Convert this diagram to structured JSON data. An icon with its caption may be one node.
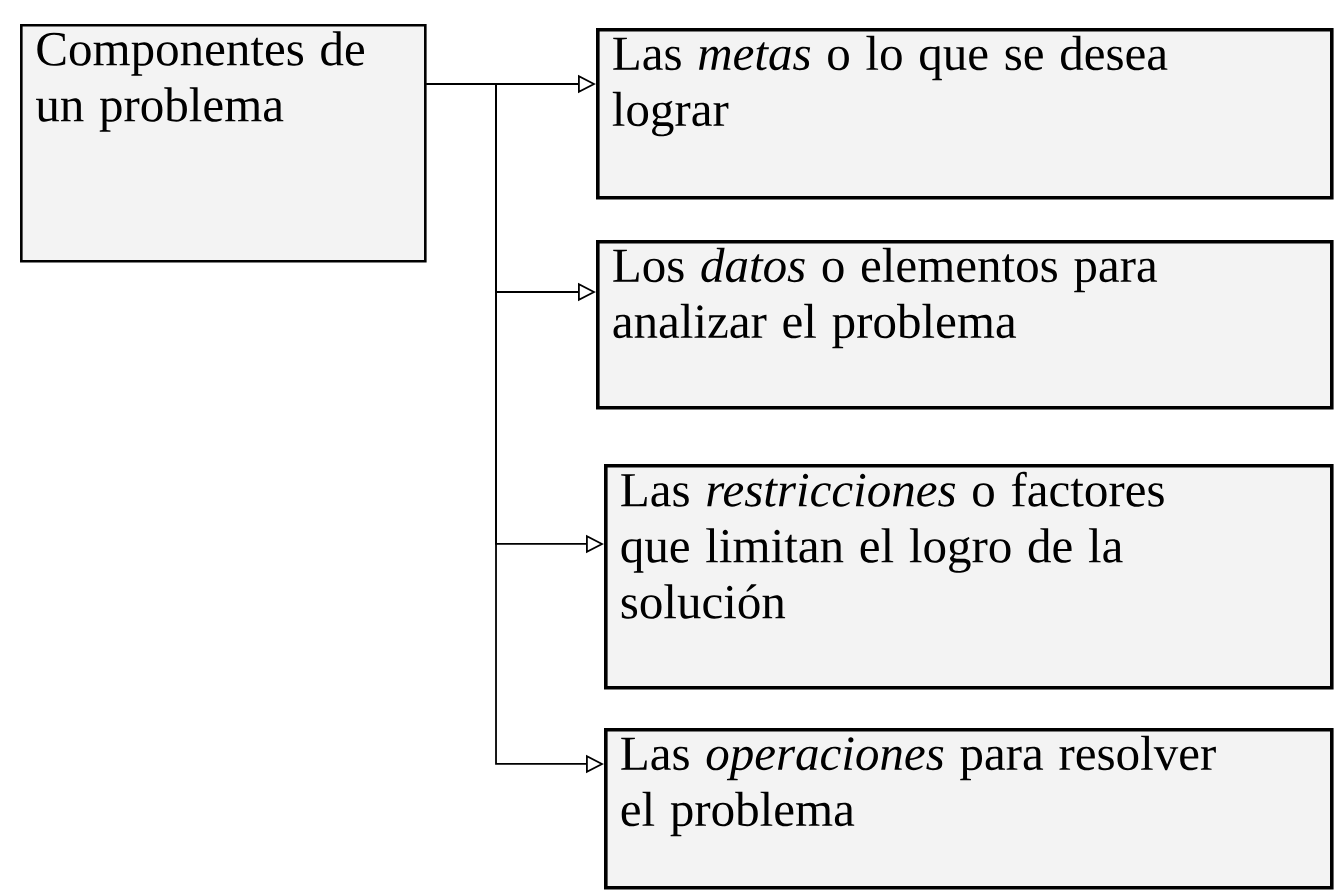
{
  "diagram": {
    "nodes": [
      {
        "text": [
          "Componentes de un problema"
        ]
      },
      {
        "text": [
          "Las *metas* o lo que se desea lograr"
        ]
      },
      {
        "text": [
          "Los *datos* o elementos para analizar el problema"
        ]
      },
      {
        "text": [
          "Las *restricciones* o factores que limitan el logro de la solución"
        ]
      },
      {
        "text": [
          "Las *operaciones* para resolver el problema"
        ]
      }
    ],
    "edges": [
      {
        "from": 0,
        "to": 1,
        "arrow": "to"
      },
      {
        "from": 0,
        "to": 2,
        "arrow": "to"
      },
      {
        "from": 0,
        "to": 3,
        "arrow": "to"
      },
      {
        "from": 0,
        "to": 4,
        "arrow": "to"
      }
    ]
  }
}
